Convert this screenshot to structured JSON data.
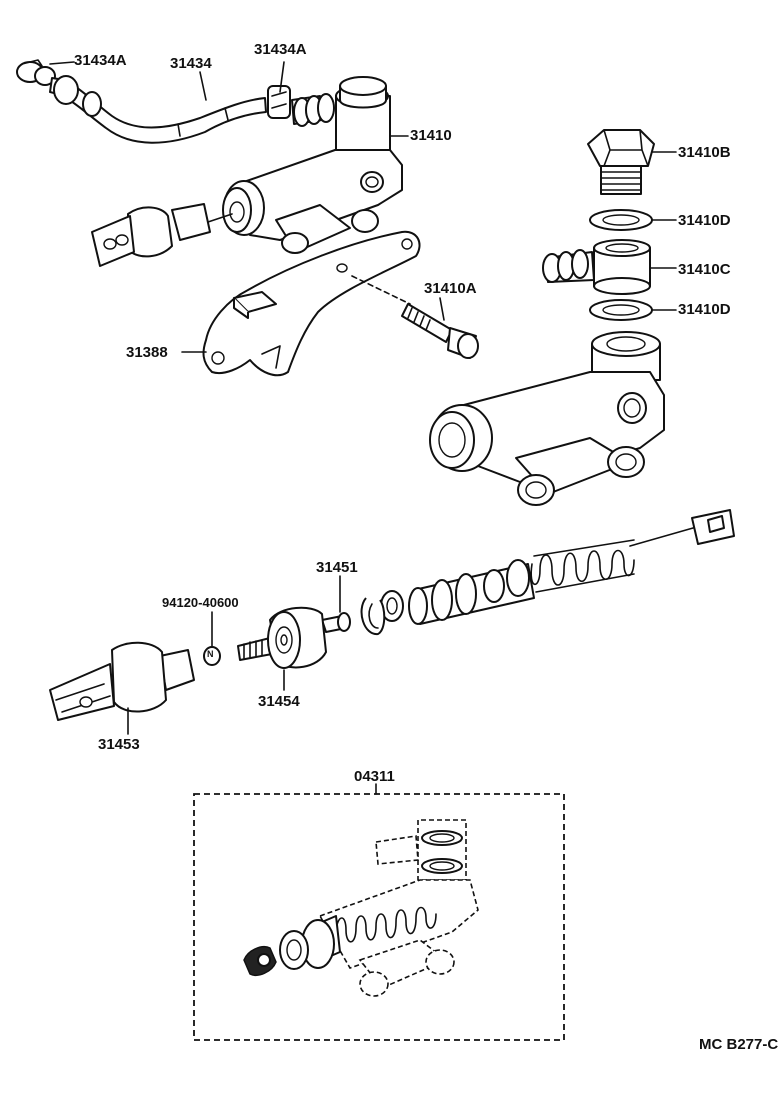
{
  "diagram": {
    "labels": {
      "hose_clip_left": "31434A",
      "hose": "31434",
      "hose_clip_right": "31434A",
      "master_cylinder": "31410",
      "union_bolt": "31410B",
      "gasket_upper": "31410D",
      "union": "31410C",
      "gasket_lower": "31410D",
      "bracket_bolt": "31410A",
      "bracket": "31388",
      "push_rod_bolt": "31451",
      "nut": "94120-40600",
      "boot": "31454",
      "clevis": "31453",
      "repair_kit": "04311",
      "drawing_code": "MC B277-C"
    },
    "nut_glyph": "N"
  }
}
